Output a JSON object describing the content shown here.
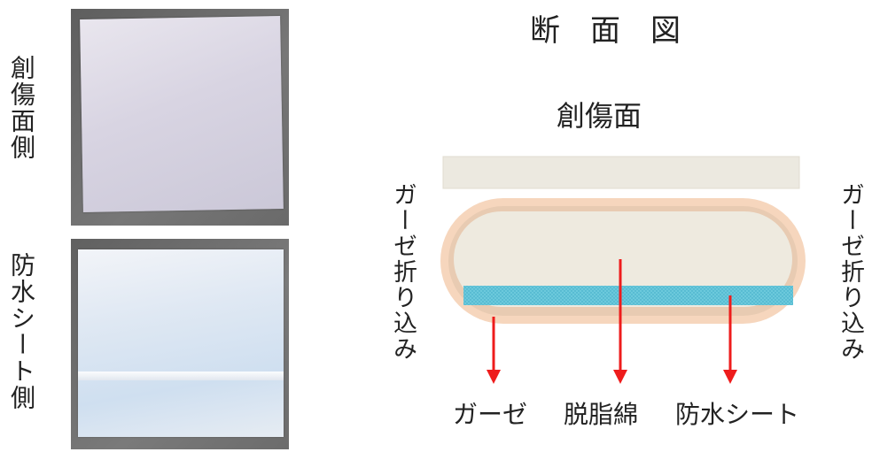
{
  "left_panel": {
    "top_side_label": "創傷面側",
    "bottom_side_label": "防水シート側"
  },
  "diagram": {
    "title": "断　面　図",
    "top_label": "創傷面",
    "left_side_label": "ガーゼ折り込み",
    "right_side_label": "ガーゼ折り込み",
    "bottom_labels": {
      "gauze": "ガーゼ",
      "cotton": "脱脂綿",
      "waterproof": "防水シート"
    },
    "colors": {
      "wound_surface_layer": "#ece9e0",
      "gauze_outer": "#f6d6bd",
      "gauze_inner": "#e8cbb2",
      "cotton_fill": "#eeeadf",
      "waterproof_sheet": "#62c3d6",
      "arrow": "#ee1c1c"
    }
  }
}
